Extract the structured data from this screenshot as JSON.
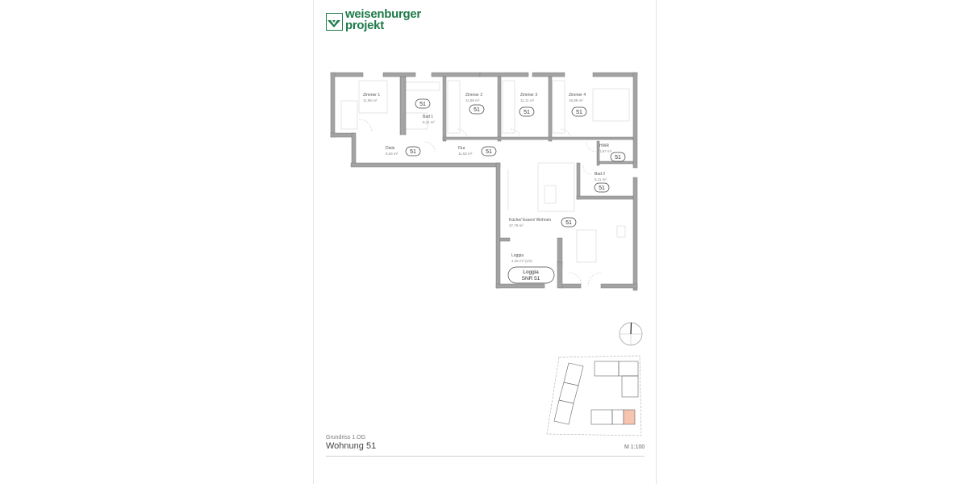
{
  "brand": {
    "name_line1": "weisenburger",
    "name_line2": "projekt",
    "color": "#1f7a4a"
  },
  "plan": {
    "unit_tag": "51",
    "rooms": [
      {
        "name": "Zimmer 1",
        "area": "11,96 m²"
      },
      {
        "name": "Bad 1",
        "area": "8,11 m²"
      },
      {
        "name": "Zimmer 2",
        "area": "11,99 m²"
      },
      {
        "name": "Zimmer 3",
        "area": "11,11 m²"
      },
      {
        "name": "Zimmer 4",
        "area": "16,98 m²"
      },
      {
        "name": "Diele",
        "area": "8,54 m²"
      },
      {
        "name": "Flur",
        "area": "11,62 m²"
      },
      {
        "name": "HWR",
        "area": "1,97 m²"
      },
      {
        "name": "Bad 2",
        "area": "5,11 m²"
      },
      {
        "name": "Küche/ Essen/ Wohnen",
        "area": "37,79 m²"
      },
      {
        "name": "Loggia",
        "area": "4,36 m² (1/2)"
      }
    ],
    "loggia_tag": {
      "line1": "Loggia",
      "line2": "SNR 51"
    },
    "wall_color": "#9a9a9a",
    "highlight_color": "#f7c4b0"
  },
  "footer": {
    "subtitle": "Grundriss 1.OG",
    "title": "Wohnung 51",
    "scale": "M 1:100"
  }
}
